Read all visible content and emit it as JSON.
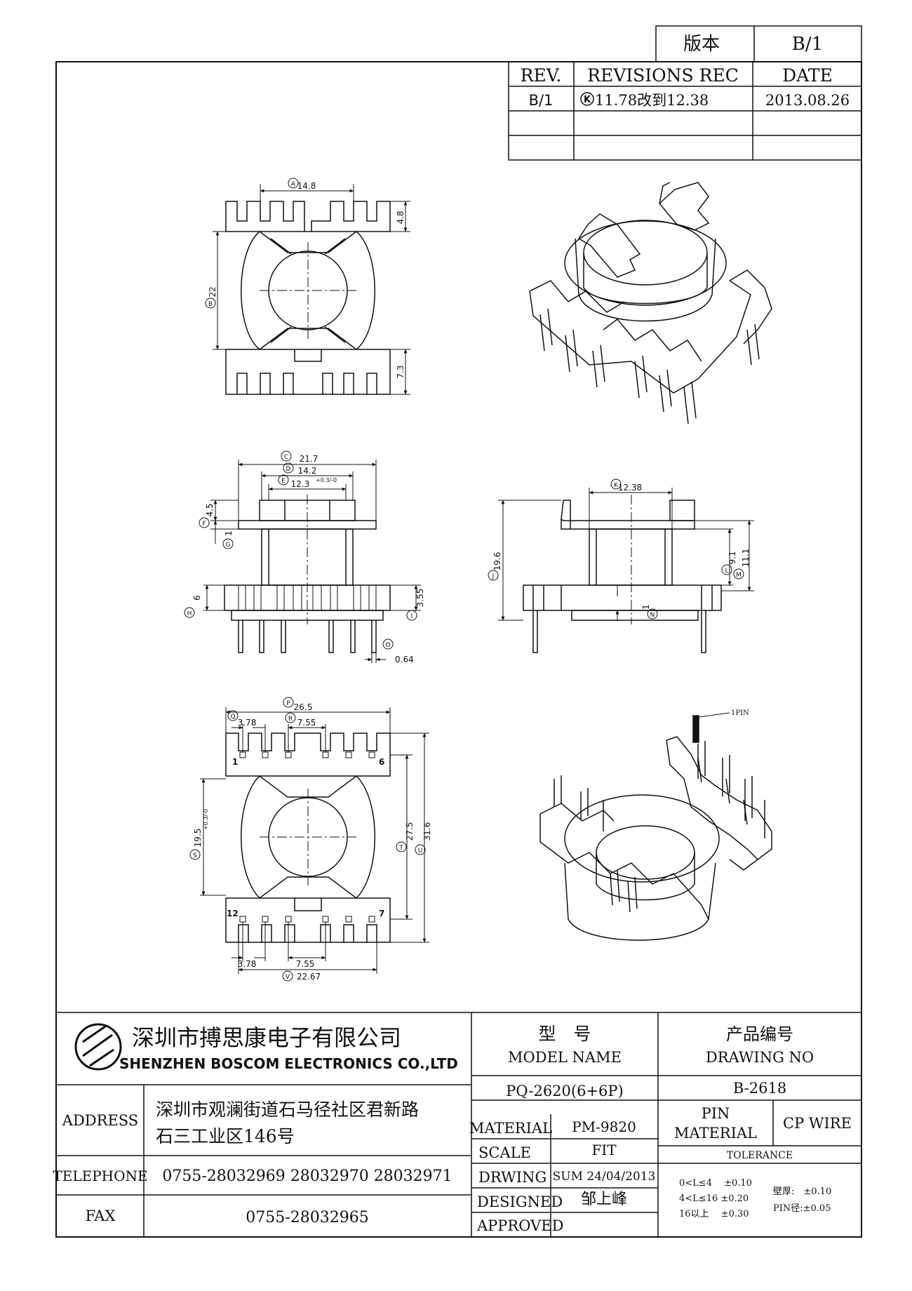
{
  "revision_table": {
    "version_label": "版本",
    "version_value": "B/1",
    "rev_header": "REV.",
    "revisions_header": "REVISIONS REC",
    "date_header": "DATE",
    "rows": [
      {
        "rev": "B/1",
        "mark": "K",
        "text": "11.78改到12.38",
        "date": "2013.08.26"
      }
    ]
  },
  "dimensions": {
    "top_view": {
      "A": "14.8",
      "H": "4.8",
      "B": "22",
      "K": "7.3"
    },
    "front_view": {
      "C": "21.7",
      "D": "14.2",
      "E": "12.3",
      "E_tol": "+0.3/-0",
      "F": "4.5",
      "G": "1",
      "H": "6",
      "I": "3.55",
      "O": "0.64"
    },
    "side_view": {
      "K": "12.38",
      "J": "19.6",
      "L": "9.1",
      "M": "11.1",
      "N": "1"
    },
    "bottom_view": {
      "P": "26.5",
      "Q": "3.78",
      "R": "7.55",
      "S": "19.5",
      "S_tol": "+0.3/-0",
      "T": "27.5",
      "U": "31.6",
      "Q2": "3.78",
      "V": "7.55",
      "W": "22.67"
    },
    "pin_labels": [
      "1",
      "6",
      "12",
      "7"
    ],
    "iso_pin_label": "1PIN"
  },
  "title_block": {
    "company_cn": "深圳市搏思康电子有限公司",
    "company_en": "SHENZHEN BOSCOM ELECTRONICS CO.,LTD",
    "model_label_cn": "型　号",
    "model_label_en": "MODEL NAME",
    "drawing_label_cn": "产品编号",
    "drawing_label_en": "DRAWING NO",
    "model_value": "PQ-2620(6+6P)",
    "drawing_value": "B-2618",
    "address_label": "ADDRESS",
    "address_line1": "深圳市观澜街道石马径社区君新路",
    "address_line2": "石三工业区146号",
    "telephone_label": "TELEPHONE",
    "telephone_value": "0755-28032969 28032970 28032971",
    "fax_label": "FAX",
    "fax_value": "0755-28032965",
    "material_label": "MATERIAL",
    "material_value": "PM-9820",
    "scale_label": "SCALE",
    "scale_value": "FIT",
    "drawing_row_label": "DRWING",
    "drawing_row_value": "SUM 24/04/2013",
    "designed_label": "DESIGNED",
    "designed_value": "邹上峰",
    "approved_label": "APPROVED",
    "pin_material_label1": "PIN",
    "pin_material_label2": "MATERIAL",
    "pin_material_value": "CP WIRE",
    "tolerance_label": "TOLERANCE",
    "tol_rows": [
      "0<L≤4　 ±0.10",
      "4<L≤16 ±0.20",
      "16以上　 ±0.30"
    ],
    "tol_wall": "壁厚:　±0.10",
    "tol_pin": "PIN径:±0.05"
  }
}
